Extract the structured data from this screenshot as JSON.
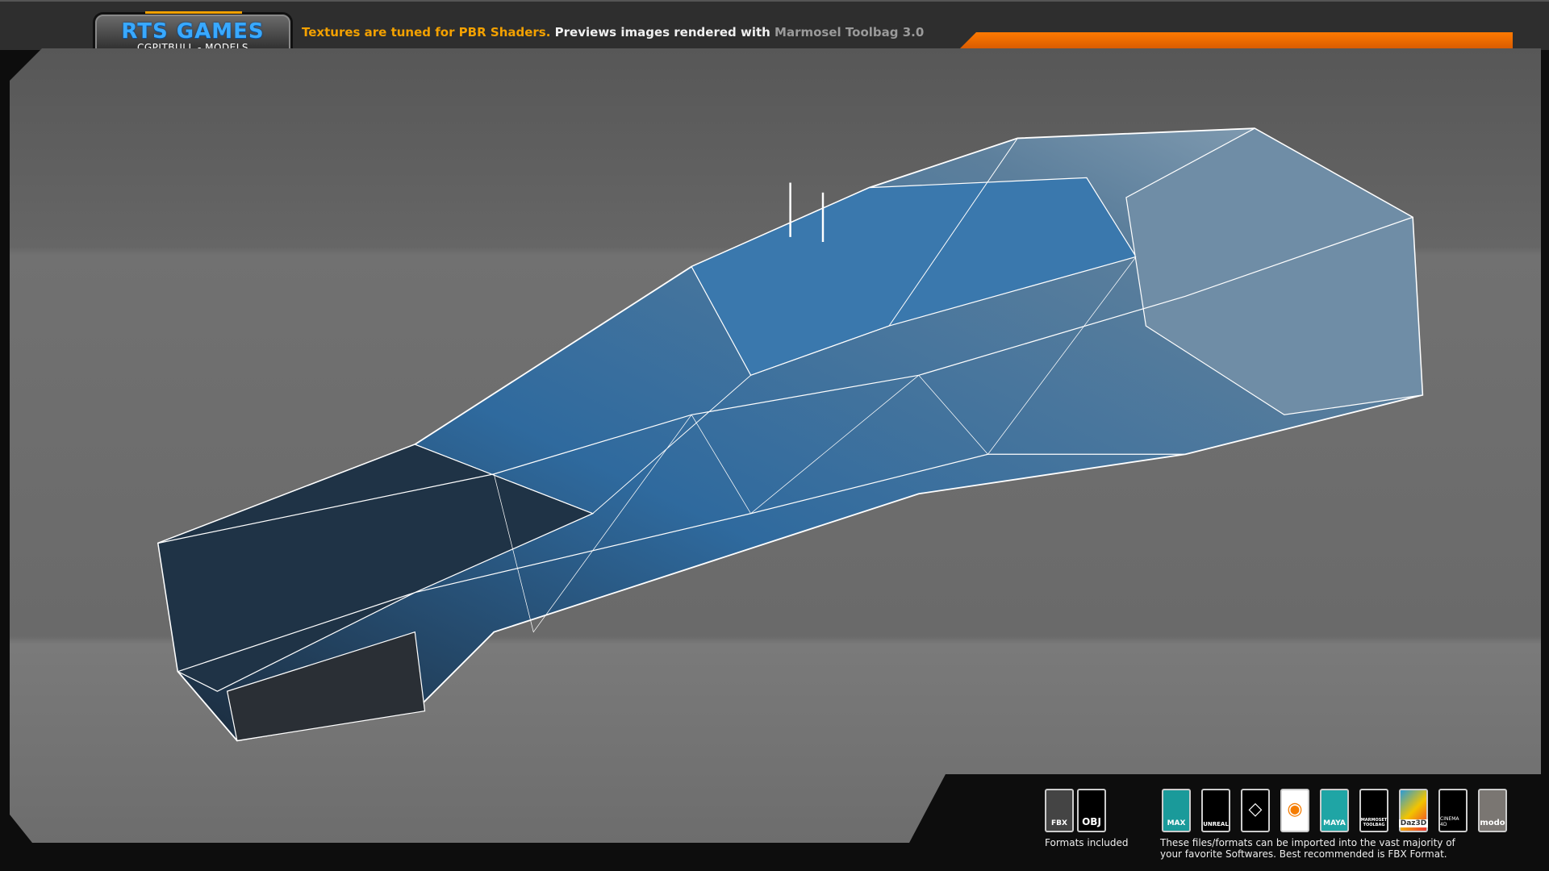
{
  "header": {
    "logo_title": "RTS GAMES",
    "logo_subtitle": "CGPITBULL - MODELS",
    "tagline_part1": "Textures are tuned for PBR Shaders.",
    "tagline_part2": " Previews images rendered with ",
    "tagline_part3": "Marmosel Toolbag 3.0"
  },
  "colors": {
    "accent_orange": "#ff7a00",
    "accent_yellow": "#f3a100",
    "logo_blue": "#39a9ff"
  },
  "formats": {
    "items": [
      {
        "label": "FBX",
        "icon": "fbx-file-icon"
      },
      {
        "label": "OBJ",
        "icon": "obj-file-icon"
      }
    ],
    "caption": "Formats included"
  },
  "software": {
    "items": [
      {
        "label": "MAX",
        "icon": "3ds-max-icon",
        "bg": "#1a9a9a"
      },
      {
        "label": "UNREAL",
        "icon": "unreal-engine-icon",
        "bg": "#000000"
      },
      {
        "label": "",
        "icon": "unity-icon",
        "bg": "#000000"
      },
      {
        "label": "",
        "icon": "blender-icon",
        "bg": "#ffffff"
      },
      {
        "label": "MAYA",
        "icon": "maya-icon",
        "bg": "#1fa5a5"
      },
      {
        "label": "MARMOSET TOOLBAG",
        "icon": "marmoset-toolbag-icon",
        "bg": "#000000"
      },
      {
        "label": "Daz3D",
        "icon": "daz3d-icon",
        "bg": "#ffffff"
      },
      {
        "label": "CINEMA 4D",
        "icon": "cinema4d-icon",
        "bg": "#000000"
      },
      {
        "label": "modo",
        "icon": "modo-icon",
        "bg": "#7a7672"
      }
    ],
    "caption_line1": "These files/formats can be imported into the vast majority of",
    "caption_line2": "your favorite Softwares. Best recommended is FBX Format."
  }
}
